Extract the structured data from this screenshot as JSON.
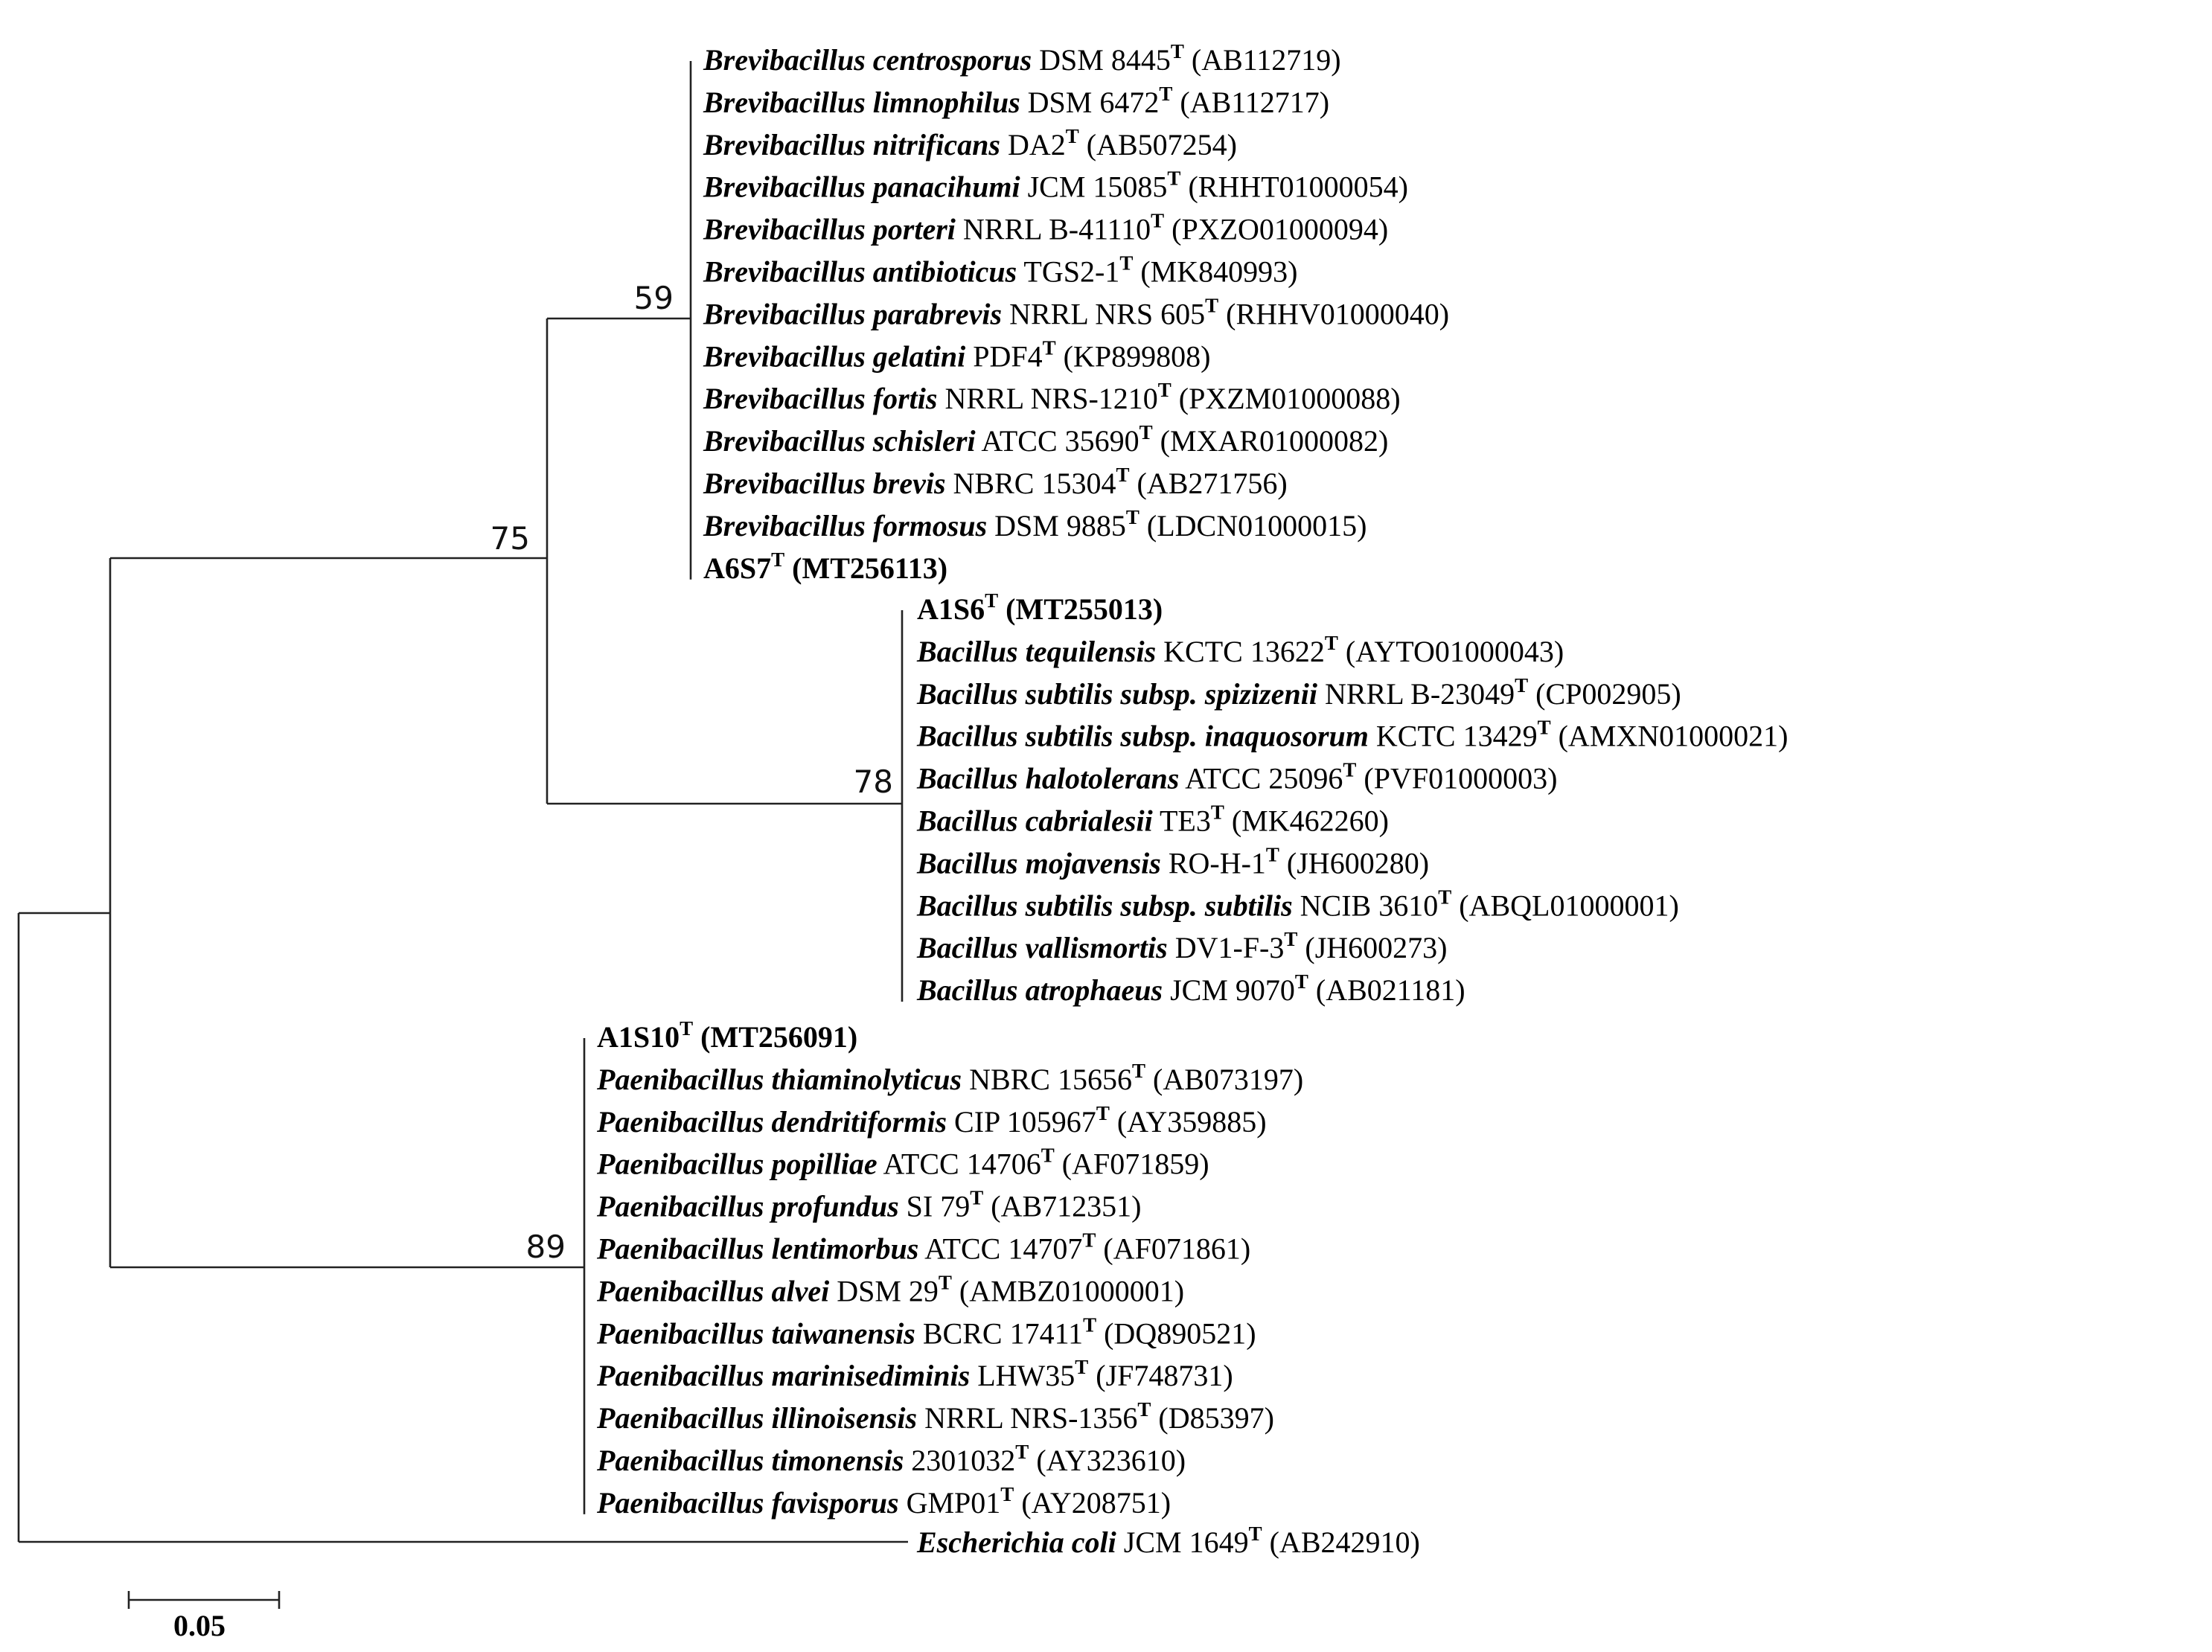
{
  "tree": {
    "clades": [
      {
        "id": "brevibacillus",
        "bootstrap": "59",
        "leaves": [
          {
            "species": "Brevibacillus centrosporus",
            "strain": "DSM 8445",
            "type": "T",
            "accession": "(AB112719)"
          },
          {
            "species": "Brevibacillus limnophilus",
            "strain": "DSM 6472",
            "type": "T",
            "accession": "(AB112717)"
          },
          {
            "species": "Brevibacillus nitrificans",
            "strain": "DA2",
            "type": "T",
            "accession": "(AB507254)"
          },
          {
            "species": "Brevibacillus panacihumi",
            "strain": "JCM 15085",
            "type": "T",
            "accession": "(RHHT01000054)"
          },
          {
            "species": "Brevibacillus porteri",
            "strain": "NRRL B-41110",
            "type": "T",
            "accession": "(PXZO01000094)"
          },
          {
            "species": "Brevibacillus antibioticus",
            "strain": "TGS2-1",
            "type": "T",
            "accession": "(MK840993)"
          },
          {
            "species": "Brevibacillus parabrevis",
            "strain": "NRRL NRS 605",
            "type": "T",
            "accession": "(RHHV01000040)"
          },
          {
            "species": "Brevibacillus gelatini",
            "strain": "PDF4",
            "type": "T",
            "accession": "(KP899808)"
          },
          {
            "species": "Brevibacillus fortis",
            "strain": "NRRL NRS-1210",
            "type": "T",
            "accession": "(PXZM01000088)"
          },
          {
            "species": "Brevibacillus schisleri",
            "strain": "ATCC 35690",
            "type": "T",
            "accession": "(MXAR01000082)"
          },
          {
            "species": "Brevibacillus brevis",
            "strain": "NBRC 15304",
            "type": "T",
            "accession": "(AB271756)"
          },
          {
            "species": "Brevibacillus formosus",
            "strain": "DSM 9885",
            "type": "T",
            "accession": "(LDCN01000015)"
          },
          {
            "isolate": "A6S7",
            "type": "T",
            "accession": "(MT256113)"
          }
        ]
      },
      {
        "id": "bacillus",
        "bootstrap": "78",
        "leaves": [
          {
            "isolate": "A1S6",
            "type": "T",
            "accession": "(MT255013)"
          },
          {
            "species": "Bacillus tequilensis",
            "strain": "KCTC 13622",
            "type": "T",
            "accession": "(AYTO01000043)"
          },
          {
            "species": "Bacillus subtilis subsp. spizizenii",
            "strain": "NRRL B-23049",
            "type": "T",
            "accession": "(CP002905)"
          },
          {
            "species": "Bacillus subtilis subsp. inaquosorum",
            "strain": "KCTC 13429",
            "type": "T",
            "accession": "(AMXN01000021)"
          },
          {
            "species": "Bacillus halotolerans",
            "strain": "ATCC 25096",
            "type": "T",
            "accession": "(PVF01000003)"
          },
          {
            "species": "Bacillus cabrialesii",
            "strain": "TE3",
            "type": "T",
            "accession": "(MK462260)"
          },
          {
            "species": "Bacillus mojavensis",
            "strain": "RO-H-1",
            "type": "T",
            "accession": "(JH600280)"
          },
          {
            "species": "Bacillus subtilis subsp. subtilis",
            "strain": "NCIB 3610",
            "type": "T",
            "accession": "(ABQL01000001)"
          },
          {
            "species": "Bacillus vallismortis",
            "strain": "DV1-F-3",
            "type": "T",
            "accession": "(JH600273)"
          },
          {
            "species": "Bacillus atrophaeus",
            "strain": "JCM 9070",
            "type": "T",
            "accession": "(AB021181)"
          }
        ]
      },
      {
        "id": "paenibacillus",
        "bootstrap": "89",
        "leaves": [
          {
            "isolate": "A1S10",
            "type": "T",
            "accession": "(MT256091)"
          },
          {
            "species": "Paenibacillus thiaminolyticus",
            "strain": "NBRC 15656",
            "type": "T",
            "accession": "(AB073197)"
          },
          {
            "species": "Paenibacillus dendritiformis",
            "strain": "CIP 105967",
            "type": "T",
            "accession": "(AY359885)"
          },
          {
            "species": "Paenibacillus popilliae",
            "strain": "ATCC 14706",
            "type": "T",
            "accession": "(AF071859)"
          },
          {
            "species": "Paenibacillus profundus",
            "strain": "SI 79",
            "type": "T",
            "accession": "(AB712351)"
          },
          {
            "species": "Paenibacillus lentimorbus",
            "strain": "ATCC 14707",
            "type": "T",
            "accession": "(AF071861)"
          },
          {
            "species": "Paenibacillus alvei",
            "strain": "DSM 29",
            "type": "T",
            "accession": "(AMBZ01000001)"
          },
          {
            "species": "Paenibacillus taiwanensis",
            "strain": "BCRC 17411",
            "type": "T",
            "accession": "(DQ890521)"
          },
          {
            "species": "Paenibacillus marinisediminis",
            "strain": "LHW35",
            "type": "T",
            "accession": "(JF748731)"
          },
          {
            "species": "Paenibacillus illinoisensis",
            "strain": "NRRL NRS-1356",
            "type": "T",
            "accession": "(D85397)"
          },
          {
            "species": "Paenibacillus timonensis",
            "strain": "2301032",
            "type": "T",
            "accession": "(AY323610)"
          },
          {
            "species": "Paenibacillus favisporus",
            "strain": "GMP01",
            "type": "T",
            "accession": "(AY208751)"
          }
        ]
      }
    ],
    "internal_bootstrap": "75",
    "outgroup": {
      "species": "Escherichia coli",
      "strain": "JCM 1649",
      "type": "T",
      "accession": "(AB242910)"
    }
  },
  "scale_bar": {
    "label": "0.05"
  },
  "colors": {
    "line": "#222222",
    "text": "#000000"
  }
}
